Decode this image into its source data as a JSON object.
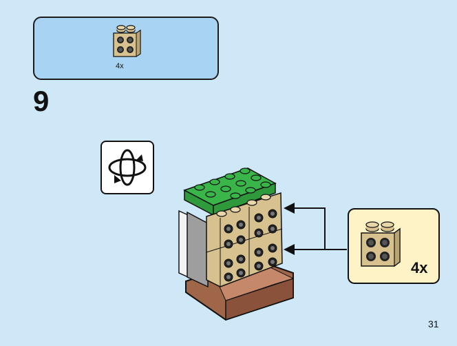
{
  "parts_list": {
    "quantity": "4x",
    "part_icon": "tan-1x2x2-brick-with-studs-on-side",
    "part_color": "#d6c18f"
  },
  "step": {
    "number": "9"
  },
  "rotate_icon": "rotate-model-icon",
  "sub_callout": {
    "quantity": "4x",
    "part_icon": "tan-1x2x2-brick-with-studs-on-side",
    "background": "#fdf3c6"
  },
  "model": {
    "top_color": "#39b54a",
    "base_color": "#a0664a",
    "wall_color": "#d6c18f"
  },
  "arrow_count": 2,
  "page": {
    "number": "31"
  }
}
